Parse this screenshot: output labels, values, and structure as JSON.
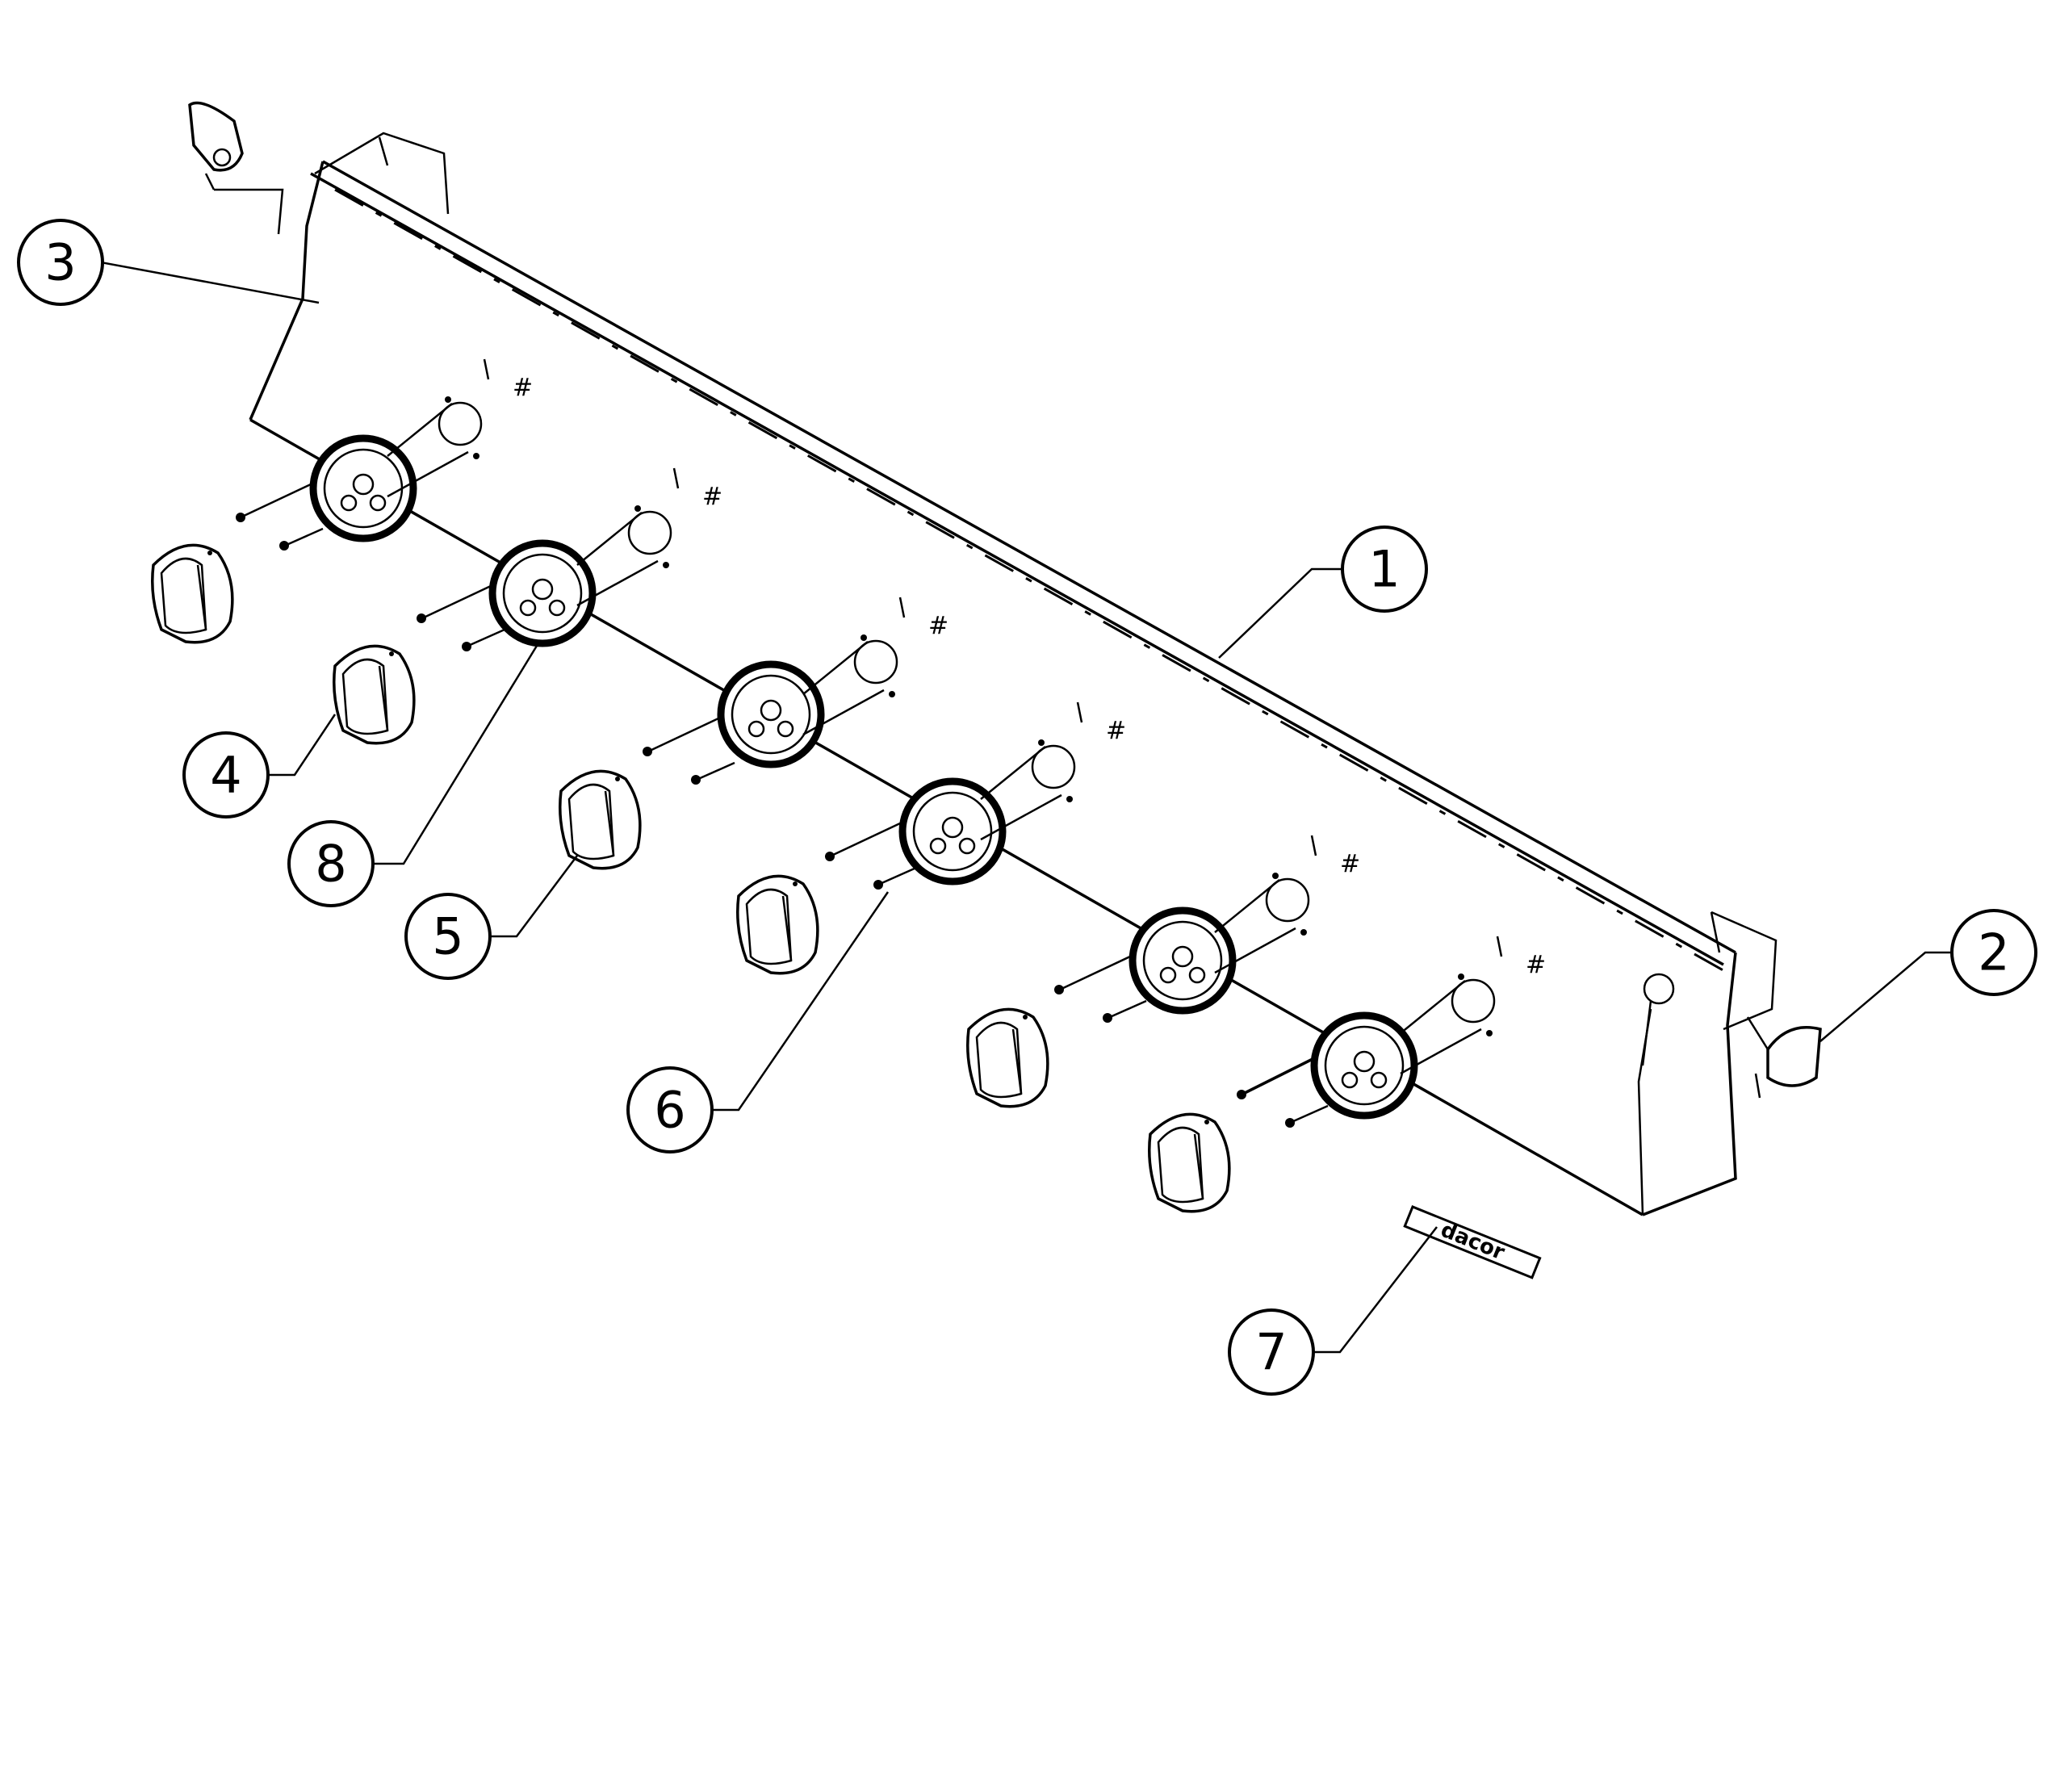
{
  "callouts": [
    {
      "id": "1",
      "label": "1"
    },
    {
      "id": "2",
      "label": "2"
    },
    {
      "id": "3",
      "label": "3"
    },
    {
      "id": "4",
      "label": "4"
    },
    {
      "id": "5",
      "label": "5"
    },
    {
      "id": "6",
      "label": "6"
    },
    {
      "id": "7",
      "label": "7"
    },
    {
      "id": "8",
      "label": "8"
    }
  ],
  "badge": {
    "text": "dacor"
  }
}
